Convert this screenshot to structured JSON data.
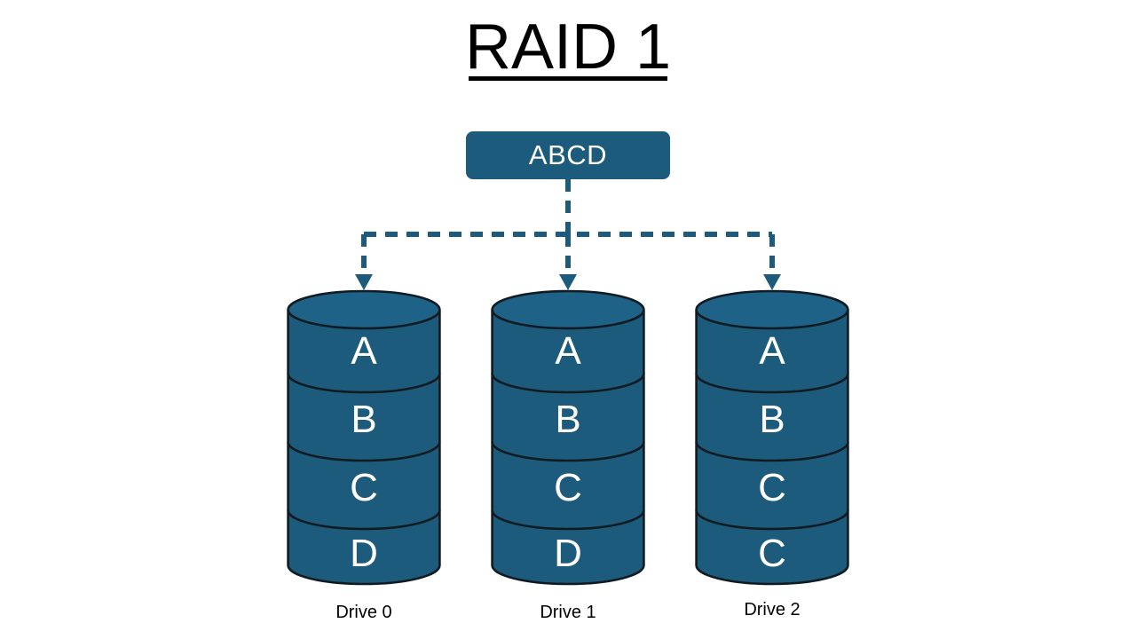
{
  "title": {
    "text": "RAID 1",
    "underlined": true
  },
  "colors": {
    "drive_fill": "#1d5b7c",
    "drive_top_fill": "#1f6287",
    "drive_stroke": "#111b22",
    "connector": "#1d5b7c",
    "text_on_drive": "#ffffff",
    "page_text": "#000000",
    "background": "#ffffff"
  },
  "source": {
    "label": "ABCD"
  },
  "connectors": {
    "style": "dashed",
    "arrow": "arrow-down-icon",
    "count": 3
  },
  "drives": [
    {
      "caption": "Drive 0",
      "segments": [
        "A",
        "B",
        "C",
        "D"
      ]
    },
    {
      "caption": "Drive 1",
      "segments": [
        "A",
        "B",
        "C",
        "D"
      ]
    },
    {
      "caption": "Drive 2",
      "segments": [
        "A",
        "B",
        "C",
        "C"
      ]
    }
  ]
}
